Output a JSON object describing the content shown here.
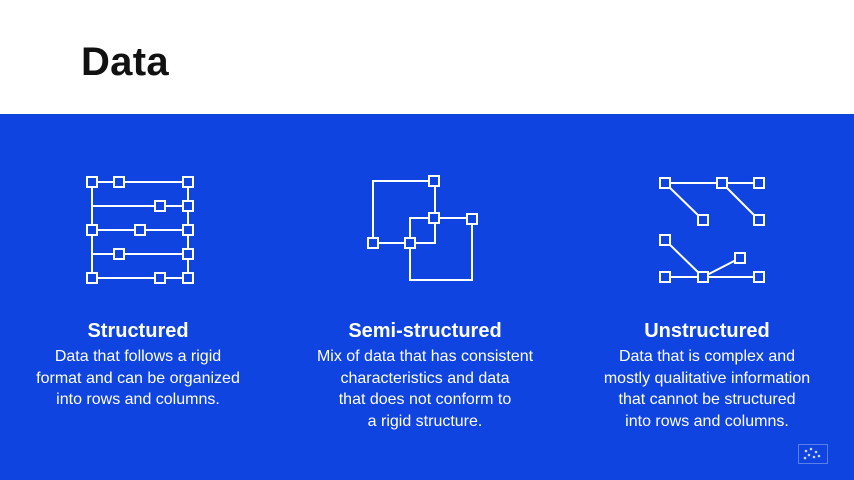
{
  "slide": {
    "title": "Data"
  },
  "columns": [
    {
      "heading": "Structured",
      "description": "Data that follows a rigid\nformat and can be organized\ninto rows and columns.",
      "icon": "structured-grid-icon"
    },
    {
      "heading": "Semi-structured",
      "description": "Mix of data that has consistent\ncharacteristics and data\nthat does not conform to\na rigid structure.",
      "icon": "overlapping-squares-icon"
    },
    {
      "heading": "Unstructured",
      "description": "Data that is complex and\nmostly qualitative information\nthat cannot be structured\ninto rows and columns.",
      "icon": "scattered-nodes-icon"
    }
  ],
  "colors": {
    "panel_background": "#0f44e0",
    "text_on_panel": "#ffffff",
    "title_text": "#111111"
  }
}
